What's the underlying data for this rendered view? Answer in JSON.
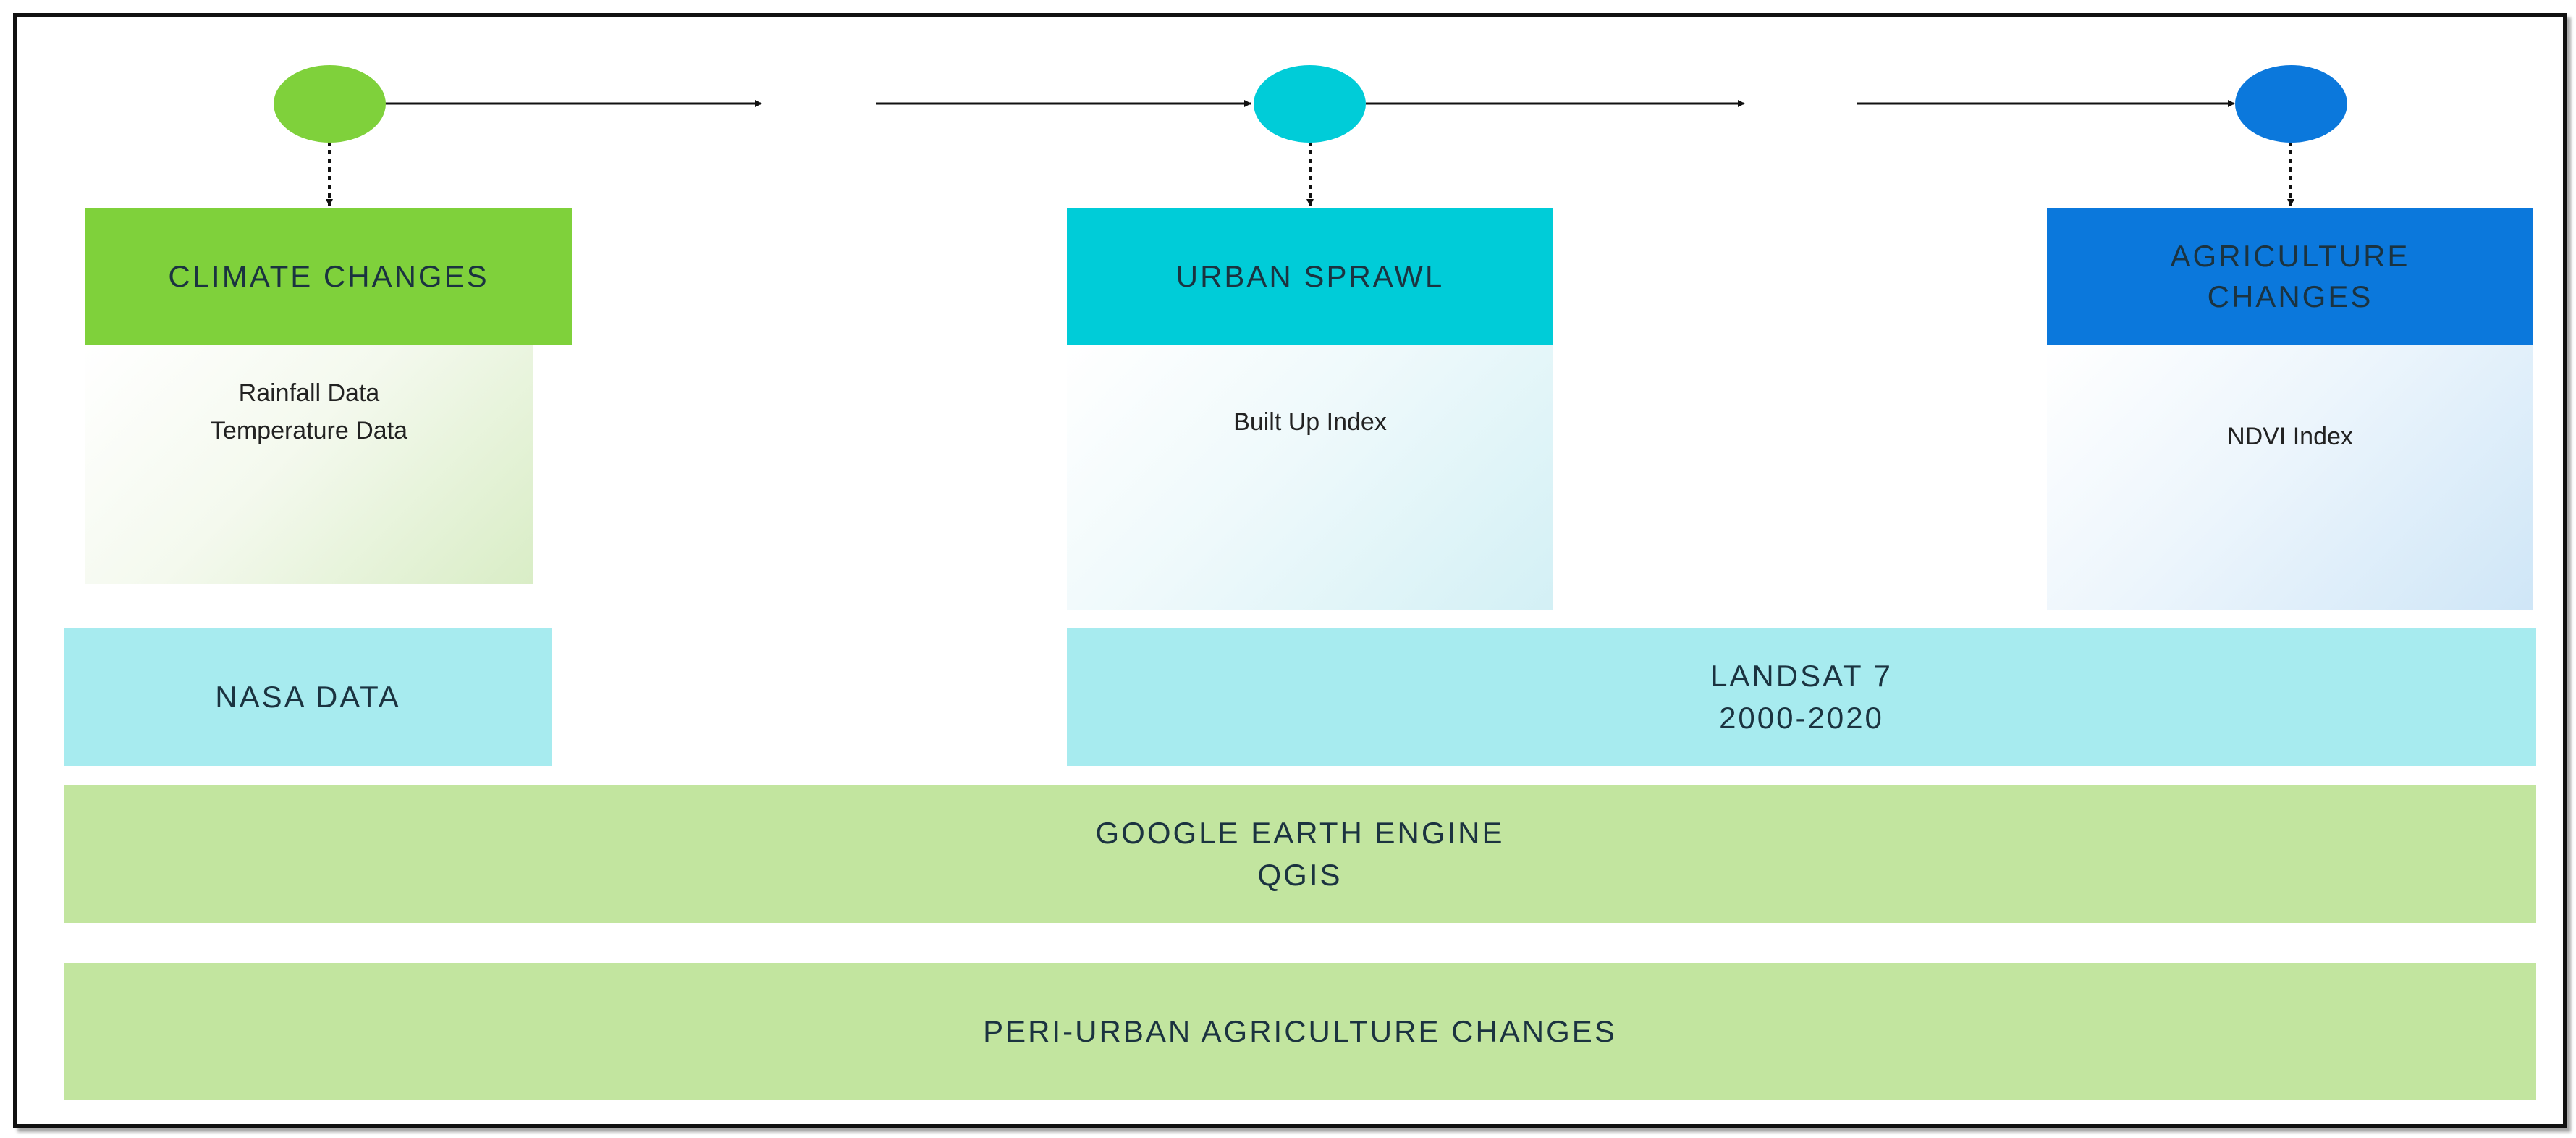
{
  "stages": [
    {
      "title": "CLIMATE CHANGES",
      "detail": "Rainfall Data\nTemperature Data",
      "color": "#7fd13b"
    },
    {
      "title": "URBAN SPRAWL",
      "detail": "Built Up Index",
      "color": "#00ccd8"
    },
    {
      "title": "AGRICULTURE\nCHANGES",
      "detail": "NDVI Index",
      "color": "#0b78dc"
    }
  ],
  "sources": [
    {
      "label": "NASA DATA",
      "color": "#a7ebef"
    },
    {
      "label": "LANDSAT 7\n2000-2020",
      "color": "#a7ebef"
    }
  ],
  "tools": {
    "label": "GOOGLE EARTH ENGINE\nQGIS",
    "color": "#c2e59f"
  },
  "outcome": {
    "label": "PERI-URBAN AGRICULTURE CHANGES",
    "color": "#c2e59f"
  }
}
